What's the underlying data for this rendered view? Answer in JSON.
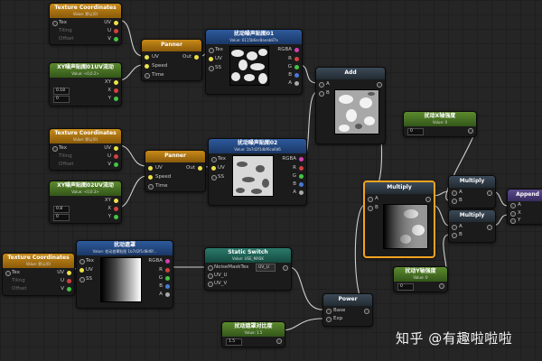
{
  "nodes": {
    "texcoord1": {
      "title": "Texture Coordinates",
      "subtitle": "Value: 默认(0)",
      "pins_in": [
        "Tex",
        "Tiling",
        "Offset"
      ],
      "pins_out": [
        "UV",
        "U",
        "V"
      ]
    },
    "xyspeed1": {
      "title": "XY噪声贴图01UV流动",
      "subtitle": "Value: <0,0.2>",
      "pins_out": [
        "XY",
        "X",
        "Y"
      ],
      "fields": [
        "0.18",
        "0"
      ]
    },
    "panner1": {
      "title": "Panner",
      "pins_in": [
        "UV",
        "Speed",
        "Time"
      ],
      "pins_out": [
        "Out"
      ]
    },
    "noise01": {
      "title": "扰动噪声贴图01",
      "subtitle": "Value: 6115b6ec8aeab87a",
      "pins_in": [
        "Tex",
        "UV",
        "SS"
      ],
      "pins_out": [
        "RGBA",
        "R",
        "G",
        "B",
        "A"
      ]
    },
    "texcoord2": {
      "title": "Texture Coordinates",
      "subtitle": "Value: 默认(0)",
      "pins_in": [
        "Tex",
        "Tiling",
        "Offset"
      ],
      "pins_out": [
        "UV",
        "U",
        "V"
      ]
    },
    "xyspeed2": {
      "title": "XY噪声贴图02UV流动",
      "subtitle": "Value: <0,0.3>",
      "pins_out": [
        "XY",
        "X",
        "Y"
      ],
      "fields": [
        "0.8",
        "0"
      ]
    },
    "panner2": {
      "title": "Panner",
      "pins_in": [
        "UV",
        "Speed",
        "Time"
      ],
      "pins_out": [
        "Out"
      ]
    },
    "noise02": {
      "title": "扰动噪声贴图02",
      "subtitle": "Value: 1b7d2f1dbf6ca6d6",
      "pins_in": [
        "Tex",
        "UV",
        "SS"
      ],
      "pins_out": [
        "RGBA",
        "R",
        "G",
        "B",
        "A"
      ]
    },
    "add": {
      "title": "Add",
      "pins_in": [
        "A",
        "B"
      ]
    },
    "multiply_main": {
      "title": "Multiply",
      "pins_in": [
        "A",
        "B"
      ]
    },
    "texcoord3": {
      "title": "Texture Coordinates",
      "subtitle": "Value: 默认(0)",
      "pins_in": [
        "Tex",
        "Tiling",
        "Offset"
      ],
      "pins_out": [
        "UV",
        "U",
        "V"
      ]
    },
    "mask": {
      "title": "扰动遮罩",
      "subtitle": "Value: 扰动遮罩贴图 1b7d2f1d8d6f...",
      "pins_in": [
        "Tex",
        "UV",
        "SS"
      ],
      "pins_out": [
        "RGBA",
        "R",
        "G",
        "B",
        "A"
      ]
    },
    "static_switch": {
      "title": "Static Switch",
      "subtitle": "Value: USE_MASK",
      "pins_in": [
        "NoiseMaskTex",
        "UV_U",
        "UV_V"
      ],
      "dropdown": "UV_U"
    },
    "power": {
      "title": "Power",
      "pins_in": [
        "Base",
        "Exp"
      ]
    },
    "mask_contrast": {
      "title": "扰动遮罩对比度",
      "subtitle": "Value: 1.5",
      "field": "1.5"
    },
    "x_strength": {
      "title": "扰动X轴强度",
      "subtitle": "Value: 0",
      "field": "0"
    },
    "y_strength": {
      "title": "扰动Y轴强度",
      "subtitle": "Value: 0",
      "field": "0"
    },
    "multiply_x": {
      "title": "Multiply",
      "pins_in": [
        "A",
        "B"
      ]
    },
    "multiply_y": {
      "title": "Multiply",
      "pins_in": [
        "A",
        "B"
      ]
    },
    "append": {
      "title": "Append",
      "pins_in": [
        "A",
        "X",
        "Y"
      ]
    }
  },
  "watermark": "知乎 @有趣啦啦啦",
  "colors": {
    "selected_border": "#f4a31f",
    "wire": "#c8c8c8",
    "uv_wire": "#d9c94a"
  }
}
